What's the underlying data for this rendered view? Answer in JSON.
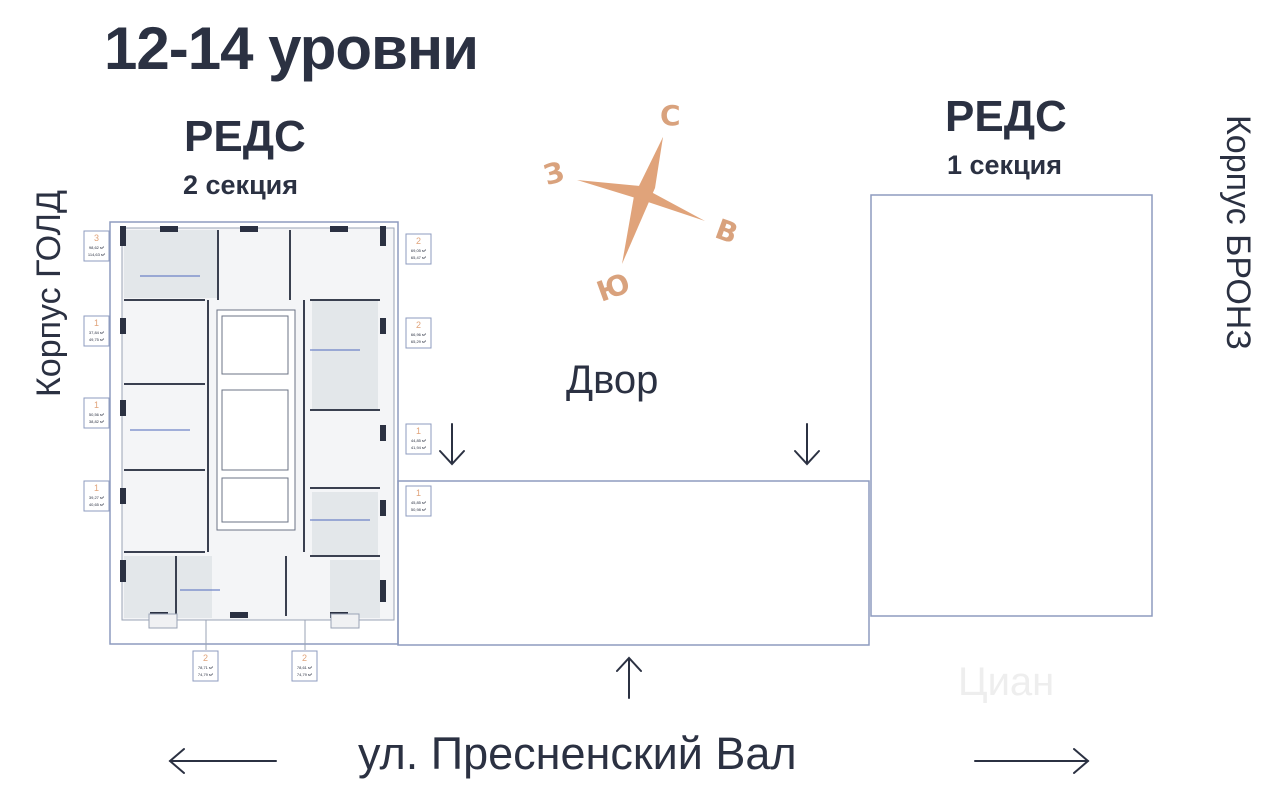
{
  "title": "12-14 уровни",
  "section2": {
    "name": "РЕДС",
    "sub": "2 секция"
  },
  "section1": {
    "name": "РЕДС",
    "sub": "1 секция"
  },
  "left_building": "Корпус ГОЛД",
  "right_building": "Корпус БРОНЗ",
  "yard": "Двор",
  "street": "ул. Пресненский Вал",
  "compass": {
    "north": "С",
    "east": "В",
    "south": "Ю",
    "west": "З",
    "color": "#d9a27d"
  },
  "watermark": "Циан",
  "colors": {
    "text": "#2b3142",
    "outline": "#8d9bbf",
    "accent": "#e0a37a",
    "room_fill": "#e6e9ec"
  },
  "apartment_tags": [
    {
      "rooms": "3",
      "area": "98,62 м²",
      "extra": "114,63 м²"
    },
    {
      "rooms": "2",
      "area": "69,05 м²",
      "extra": "65,47 м²"
    },
    {
      "rooms": "1",
      "area": "37,84 м²",
      "extra": "49,75 м²"
    },
    {
      "rooms": "2",
      "area": "66,96 м²",
      "extra": "65,29 м²"
    },
    {
      "rooms": "1",
      "area": "50,56 м²",
      "extra": "38,82 м²"
    },
    {
      "rooms": "1",
      "area": "44,85 м²",
      "extra": "41,94 м²"
    },
    {
      "rooms": "1",
      "area": "39,27 м²",
      "extra": "40,65 м²"
    },
    {
      "rooms": "1",
      "area": "45,85 м²",
      "extra": "50,98 м²"
    },
    {
      "rooms": "2",
      "area": "78,71 м²",
      "extra": "74,79 м²"
    },
    {
      "rooms": "2",
      "area": "78,61 м²",
      "extra": "74,79 м²"
    }
  ]
}
